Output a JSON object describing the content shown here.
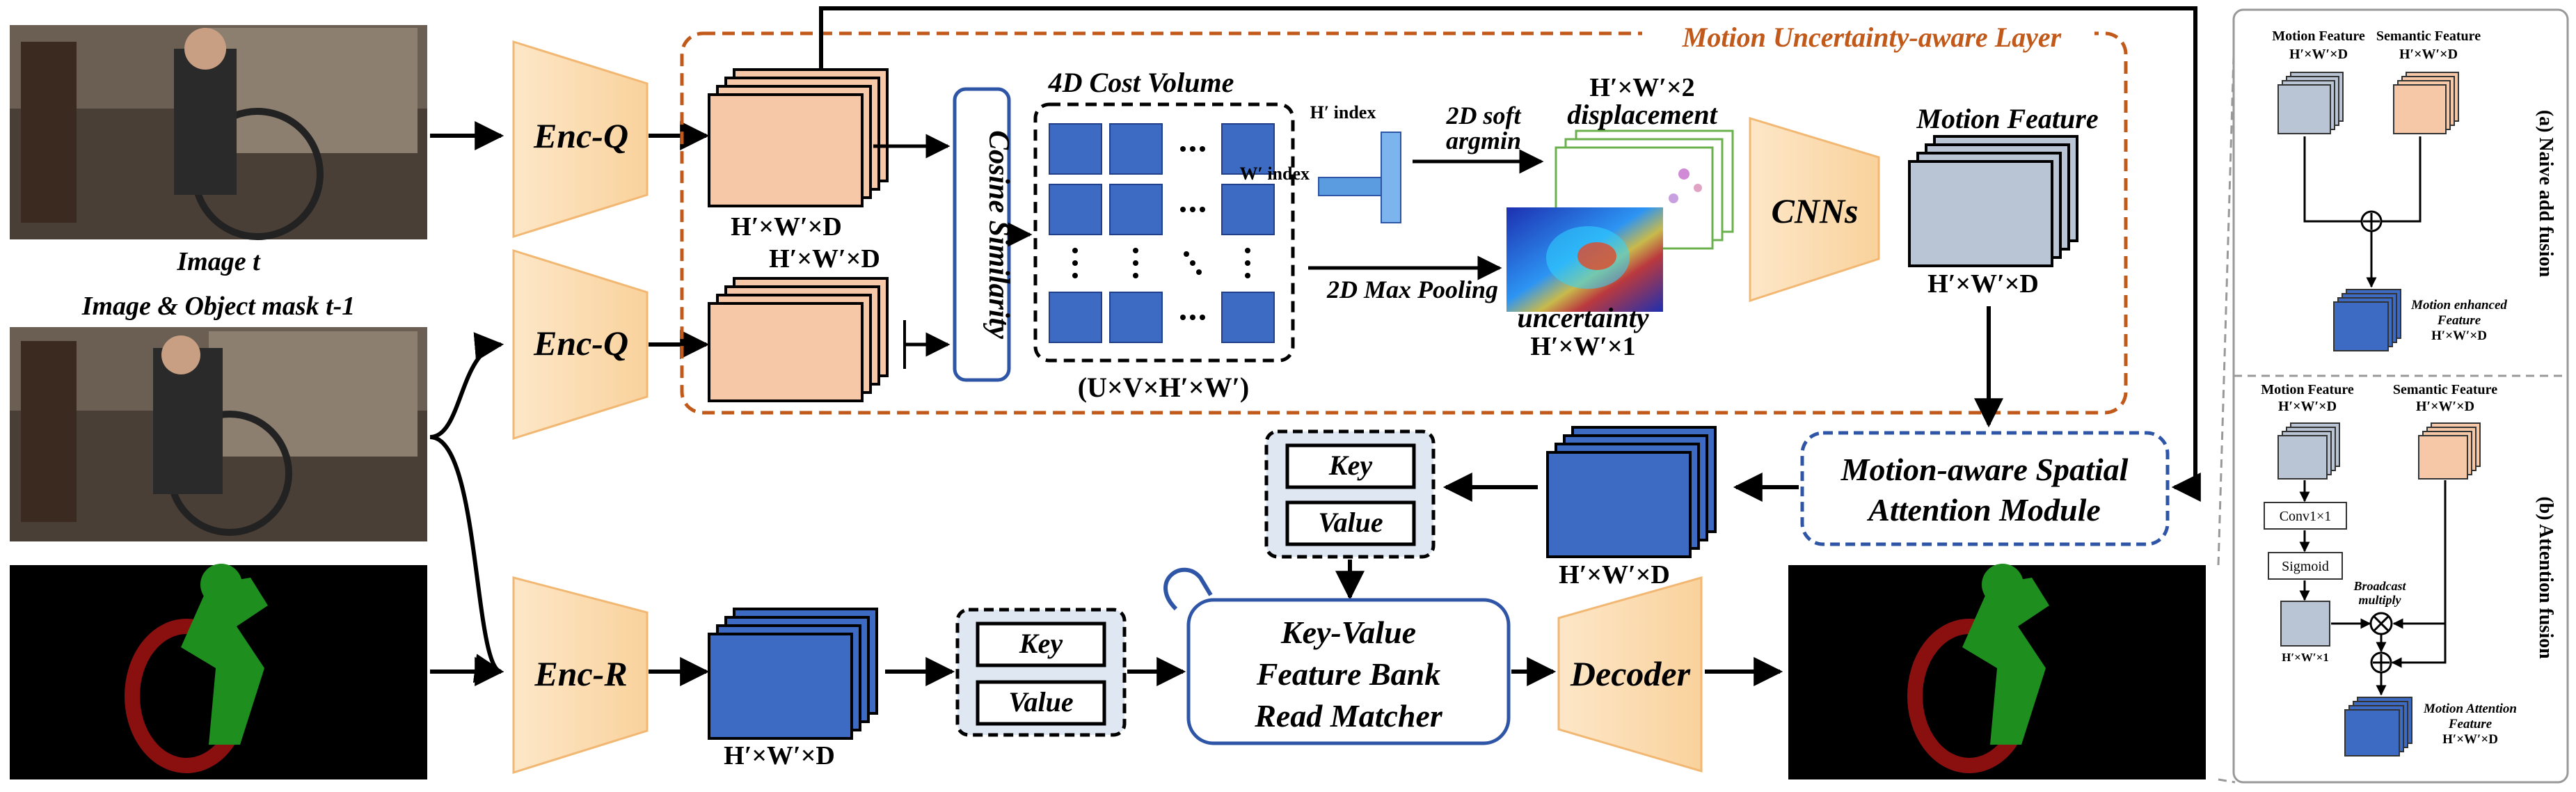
{
  "images": {
    "image_t_label": "Image t",
    "image_prev_label": "Image & Object mask t-1"
  },
  "encoders": {
    "enc_q_1": "Enc-Q",
    "enc_q_2": "Enc-Q",
    "enc_r": "Enc-R",
    "decoder": "Decoder",
    "cnns": "CNNs"
  },
  "motion_layer": {
    "title": "Motion Uncertainty-aware Layer",
    "feat_dim_1": "H′×W′×D",
    "feat_dim_2": "H′×W′×D",
    "cosine_label": "Cosine Similarity",
    "cost_volume_title": "4D Cost Volume",
    "cost_volume_dim": "(U×V×H′×W′)",
    "h_index": "H′ index",
    "w_index": "W′ index",
    "soft_argmin_line1": "2D soft",
    "soft_argmin_line2": "argmin",
    "max_pool": "2D Max Pooling",
    "displacement_dim": "H′×W′×2",
    "displacement_label": "displacement",
    "uncertainty_label": "uncertainty",
    "uncertainty_dim": "H′×W′×1",
    "motion_feature_title": "Motion Feature",
    "motion_feature_dim": "H′×W′×D"
  },
  "attention_module": {
    "line1": "Motion-aware Spatial",
    "line2": "Attention Module",
    "out_dim": "H′×W′×D"
  },
  "memory": {
    "key": "Key",
    "value": "Value",
    "query_key": "Key",
    "query_value": "Value",
    "enc_r_dim": "H′×W′×D"
  },
  "matcher": {
    "line1": "Key-Value",
    "line2": "Feature Bank",
    "line3": "Read Matcher"
  },
  "inset_a": {
    "motion_feature": "Motion Feature",
    "motion_dim": "H′×W′×D",
    "semantic_feature": "Semantic Feature",
    "semantic_dim": "H′×W′×D",
    "enhanced_line1": "Motion enhanced",
    "enhanced_line2": "Feature",
    "enhanced_dim": "H′×W′×D",
    "caption": "(a) Naive add fusion"
  },
  "inset_b": {
    "motion_feature": "Motion Feature",
    "motion_dim": "H′×W′×D",
    "semantic_feature": "Semantic Feature",
    "semantic_dim": "H′×W′×D",
    "conv": "Conv1×1",
    "sigmoid": "Sigmoid",
    "broadcast_line1": "Broadcast",
    "broadcast_line2": "multiply",
    "attn_dim": "H′×W′×1",
    "attention_line1": "Motion Attention",
    "attention_line2": "Feature",
    "attention_dim": "H′×W′×D",
    "caption": "(b) Attention fusion"
  },
  "colors": {
    "orange_dash": "#c0591a",
    "blue_dash": "#2f56a6",
    "peach": "#f7c8a8",
    "blue_feat": "#3d6bc4",
    "gray_feat": "#b9c4d4",
    "trapezoid": "#fbdcb0"
  }
}
